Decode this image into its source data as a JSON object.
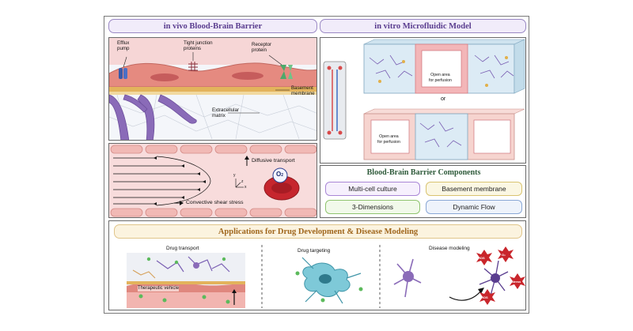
{
  "headers": {
    "in_vivo": "in vivo Blood-Brain Barrier",
    "in_vitro": "in vitro Microfluidic Model",
    "applications": "Applications for Drug Development & Disease Modeling"
  },
  "bbb_labels": {
    "efflux_pump": "Efflux\npump",
    "tight_junction": "Tight junction\nproteins",
    "receptor": "Receptor\nprotein",
    "basement_membrane": "Basement\nmembrane",
    "extracellular_matrix": "Extracellular\nmatrix"
  },
  "flow_labels": {
    "diffusive": "Diffusive transport",
    "convective": "Convective shear stress",
    "oxygen": "O",
    "oxygen_sub": "2",
    "axis_z": "z",
    "axis_y": "y",
    "axis_x": "x"
  },
  "microfluidic": {
    "open_area_top": "Open area\nfor perfusion",
    "or_text": "or",
    "open_area_bottom": "Open area\nfor perfusion"
  },
  "components": {
    "title": "Blood-Brain Barrier Components",
    "items": [
      "Multi-cell culture",
      "Basement membrane",
      "3-Dimensions",
      "Dynamic Flow"
    ]
  },
  "applications": {
    "drug_transport": "Drug transport",
    "therapeutic_vehicle": "Therapeutic vehicle",
    "drug_targeting": "Drug targeting",
    "disease_modeling": "Disease modeling",
    "ros_labels": [
      "ROS",
      "O₂",
      "Stress",
      "ROS"
    ]
  },
  "colors": {
    "header_bg": "#f1ecfa",
    "header_text": "#5a3d8f",
    "apps_bg": "#fbf3df",
    "apps_text": "#a0661c",
    "components_title": "#2e5a3a",
    "multi_cell": "#a987d6",
    "basement": "#e4d48c",
    "dimensions": "#9dcf7f",
    "dynamic_flow": "#8aa8d6"
  }
}
